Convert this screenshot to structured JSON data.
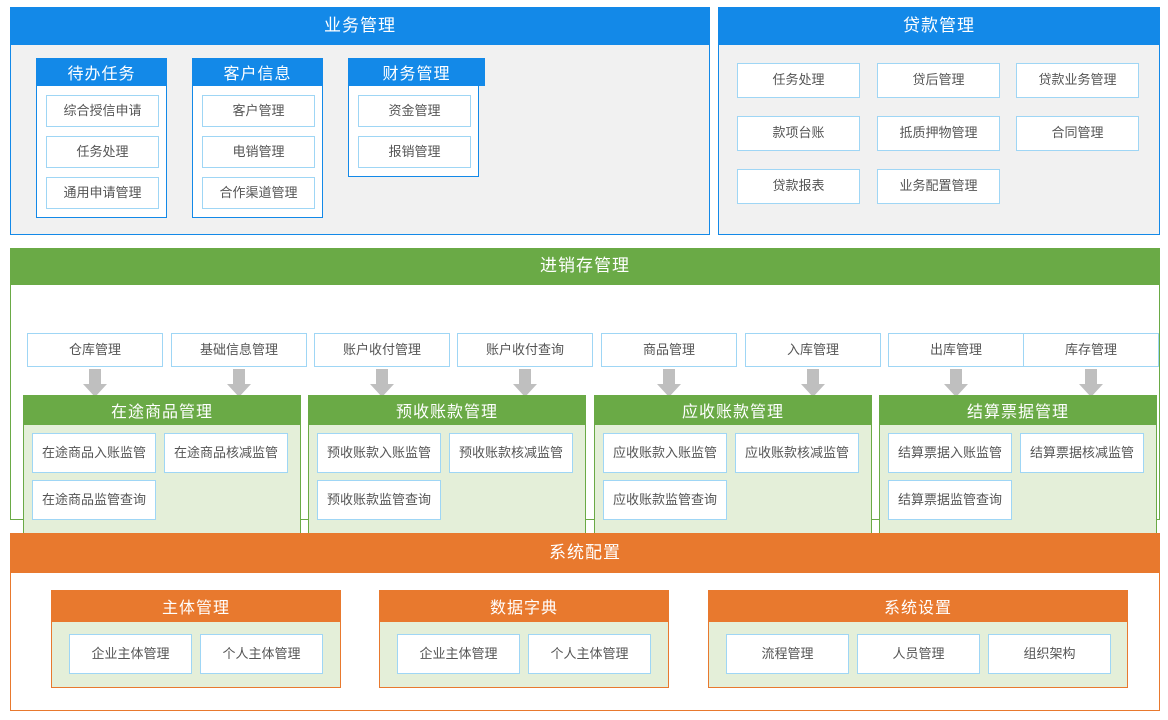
{
  "page": {
    "title": "系统功能架构图",
    "colors": {
      "blue": "#1389e8",
      "green": "#6aaa46",
      "orange": "#e8792e",
      "tile_border": "#9fd6f5",
      "panel_bg": "#f1f1f1",
      "sub_bg": "#e4efd9",
      "arrow": "#bfbfbf",
      "text": "#555555"
    }
  },
  "business": {
    "title": "业务管理",
    "groups": [
      {
        "title": "待办任务",
        "items": [
          "综合授信申请",
          "任务处理",
          "通用申请管理"
        ]
      },
      {
        "title": "客户信息",
        "items": [
          "客户管理",
          "电销管理",
          "合作渠道管理"
        ]
      },
      {
        "title": "财务管理",
        "items": [
          "资金管理",
          "报销管理"
        ]
      }
    ]
  },
  "loan": {
    "title": "贷款管理",
    "items": [
      "任务处理",
      "贷后管理",
      "贷款业务管理",
      "款项台账",
      "抵质押物管理",
      "合同管理",
      "贷款报表",
      "业务配置管理"
    ]
  },
  "inventory": {
    "title": "进销存管理",
    "top_items": [
      "仓库管理",
      "基础信息管理",
      "账户收付管理",
      "账户收付查询",
      "商品管理",
      "入库管理",
      "出库管理",
      "库存管理"
    ],
    "groups": [
      {
        "title": "在途商品管理",
        "items": [
          "在途商品入账监管",
          "在途商品核减监管",
          "在途商品监管查询"
        ]
      },
      {
        "title": "预收账款管理",
        "items": [
          "预收账款入账监管",
          "预收账款核减监管",
          "预收账款监管查询"
        ]
      },
      {
        "title": "应收账款管理",
        "items": [
          "应收账款入账监管",
          "应收账款核减监管",
          "应收账款监管查询"
        ]
      },
      {
        "title": "结算票据管理",
        "items": [
          "结算票据入账监管",
          "结算票据核减监管",
          "结算票据监管查询"
        ]
      }
    ]
  },
  "system": {
    "title": "系统配置",
    "groups": [
      {
        "title": "主体管理",
        "items": [
          "企业主体管理",
          "个人主体管理"
        ]
      },
      {
        "title": "数据字典",
        "items": [
          "企业主体管理",
          "个人主体管理"
        ]
      },
      {
        "title": "系统设置",
        "items": [
          "流程管理",
          "人员管理",
          "组织架构"
        ]
      }
    ]
  }
}
